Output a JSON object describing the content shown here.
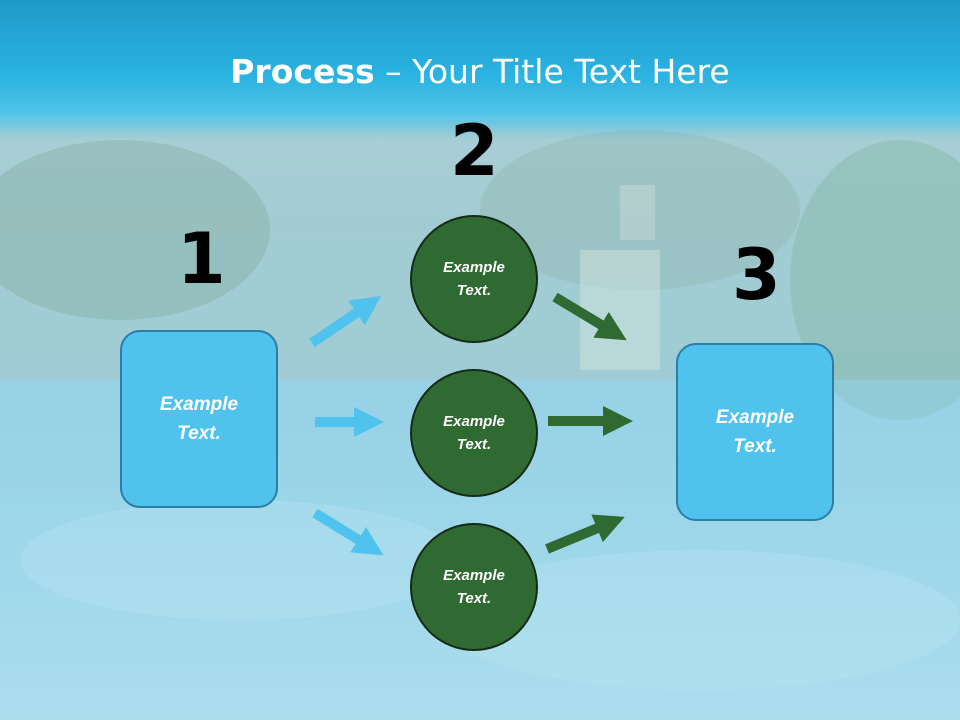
{
  "title": {
    "bold": "Process",
    "rest": " – Your Title Text Here"
  },
  "steps": {
    "one": {
      "number": "1",
      "text": "Example\nText."
    },
    "two": {
      "number": "2"
    },
    "three": {
      "number": "3",
      "text": "Example\nText."
    }
  },
  "circles": [
    {
      "text": "Example\nText."
    },
    {
      "text": "Example\nText."
    },
    {
      "text": "Example\nText."
    }
  ],
  "colors": {
    "box": "#4fc3ee",
    "circle": "#2f6a32",
    "arrow_blue": "#4fc3ee",
    "arrow_green": "#2f6a32",
    "title_bar": "#2bb3e1"
  }
}
